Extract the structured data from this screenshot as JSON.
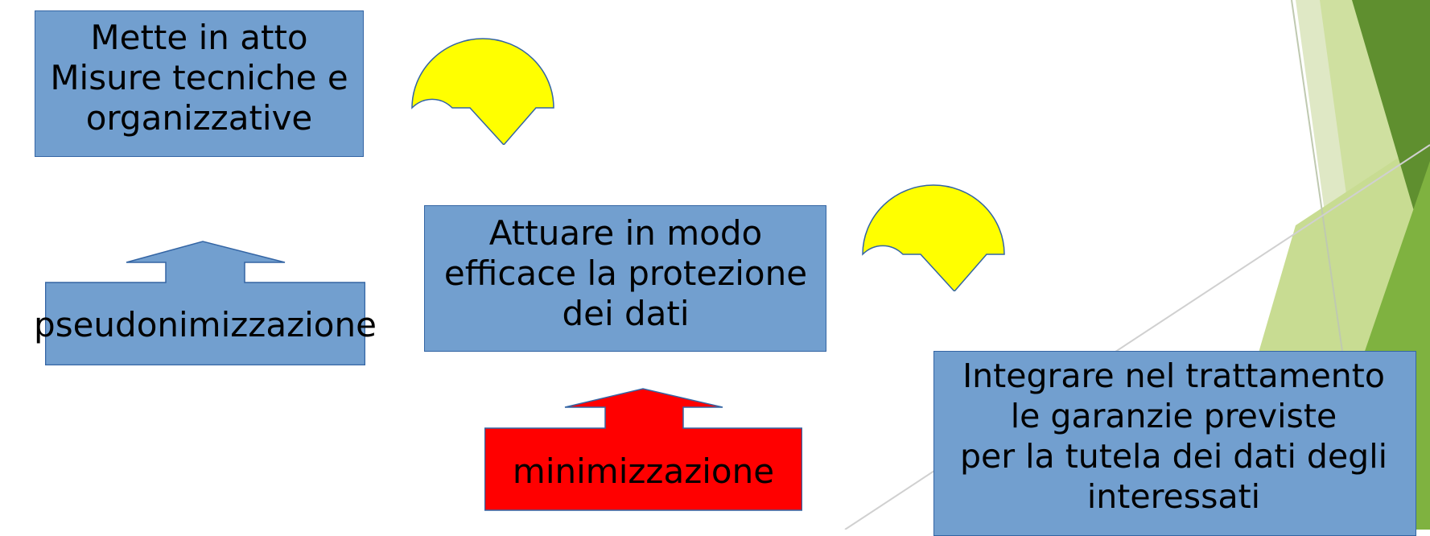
{
  "diagram": {
    "nodes": {
      "misure": "Mette in atto\nMisure tecniche e\norganizzative",
      "attuare": "Attuare in modo\nefficace la protezione\ndei dati",
      "integrare": "Integrare nel trattamento\nle garanzie previste\nper la tutela dei dati degli\ninteressati",
      "pseudonimizzazione": "pseudonimizzazione",
      "minimizzazione": "minimizzazione"
    }
  }
}
